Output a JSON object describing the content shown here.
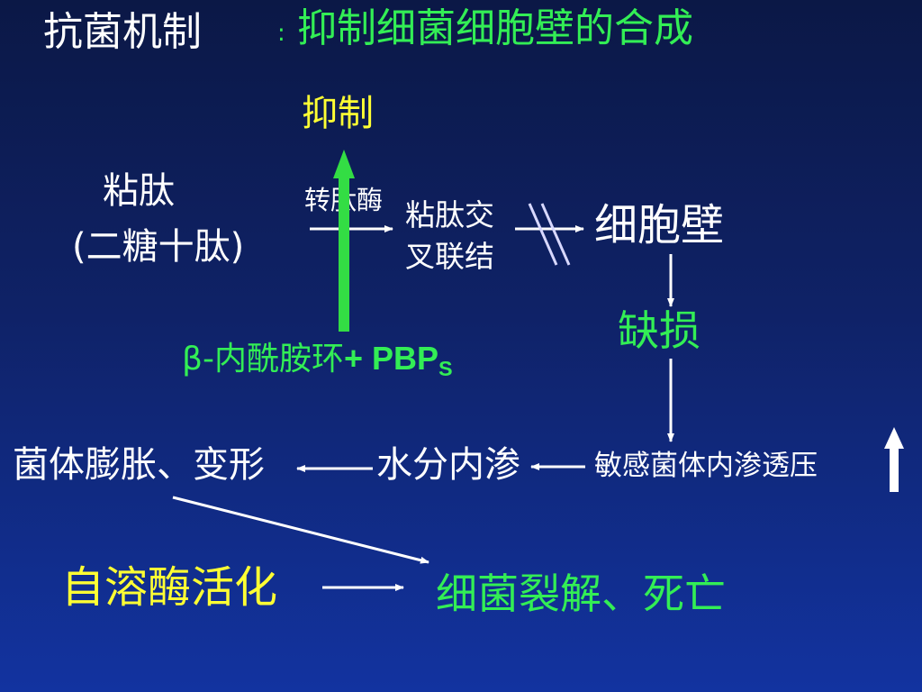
{
  "title": {
    "main": "抗菌机制",
    "colon": ":",
    "sub": "抑制细菌细胞壁的合成"
  },
  "nodes": {
    "inhibit": "抑制",
    "peptidoglycan": "粘肽",
    "peptidoglycan_detail": "(二糖十肽)",
    "transpeptidase": "转肽酶",
    "crosslink_line1": "粘肽交",
    "crosslink_line2": "叉联结",
    "cell_wall": "细胞壁",
    "defect": "缺损",
    "beta_lactam": "β-内酰胺环",
    "pbp_plus": "+ PBP",
    "pbp_sub": "S",
    "swelling": "菌体膨胀、变形",
    "water_influx": "水分内渗",
    "osmotic": "敏感菌体内渗透压",
    "autolysin": "自溶酶活化",
    "lysis": "细菌裂解、死亡"
  },
  "colors": {
    "background_top": "#0b1846",
    "background_bottom": "#1233a0",
    "text_white": "#ffffff",
    "text_green": "#33ee55",
    "text_yellow": "#ffff33",
    "arrow_green": "#33dd44"
  }
}
